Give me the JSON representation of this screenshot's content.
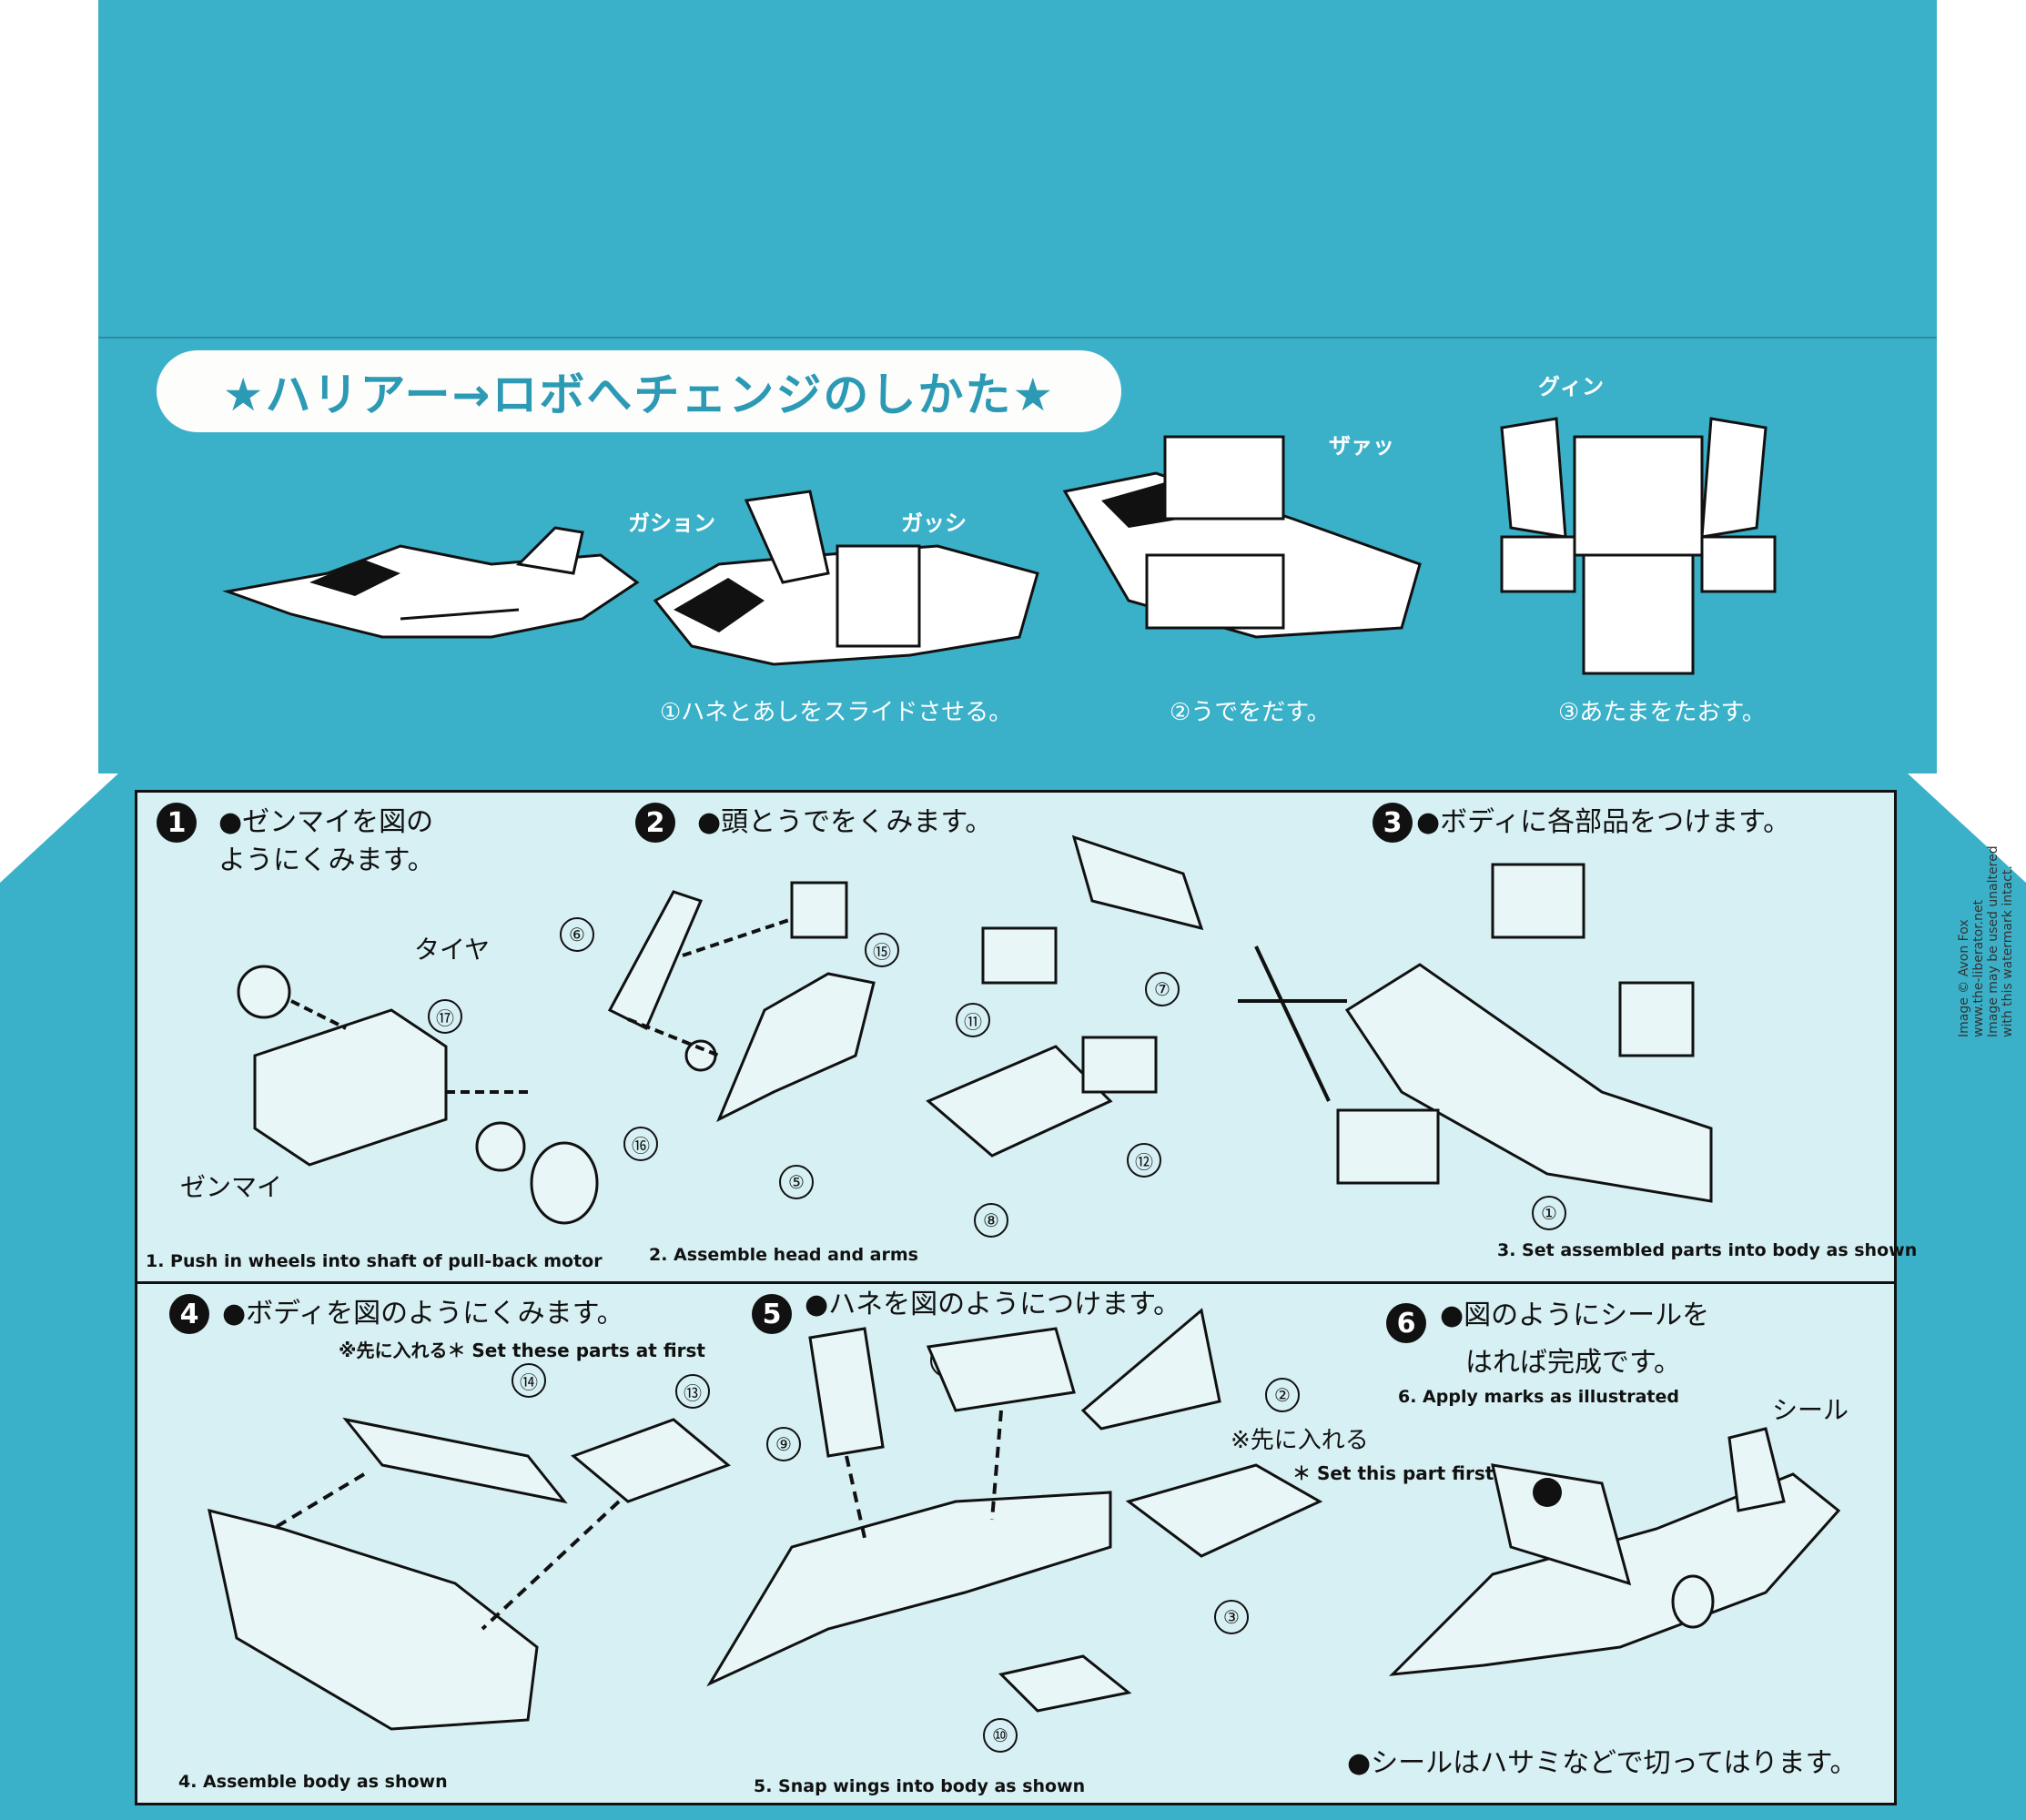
{
  "title": "★ハリアー→ロボへチェンジのしかた★",
  "transform_captions": [
    "①ハネとあしをスライドさせる。",
    "②うでをだす。",
    "③あたまをたおす。"
  ],
  "sound_effects": [
    "ガション",
    "ガッシ",
    "ザァッ",
    "グィン"
  ],
  "steps": [
    {
      "num": "1",
      "jp_line1": "●ゼンマイを図の",
      "jp_line2": "ようにくみます。",
      "en": "1. Push in wheels into shaft of pull-back motor"
    },
    {
      "num": "2",
      "jp_line1": "●頭とうでをくみます。",
      "en": "2. Assemble head and arms"
    },
    {
      "num": "3",
      "jp_line1": "●ボディに各部品をつけます。",
      "en": "3. Set assembled parts into body as shown"
    },
    {
      "num": "4",
      "jp_line1": "●ボディを図のようにくみます。",
      "note": "※先に入れる＊ Set these parts at first",
      "en": "4. Assemble body as shown"
    },
    {
      "num": "5",
      "jp_line1": "●ハネを図のようにつけます。",
      "note_jp": "※先に入れる",
      "note_en": "＊ Set this part first",
      "en": "5. Snap wings into body as shown"
    },
    {
      "num": "6",
      "jp_line1": "●図のようにシールを",
      "jp_line2": "はれば完成です。",
      "en": "6. Apply marks as illustrated",
      "sticker_label": "シール",
      "tip": "●シールはハサミなどで切ってはります。"
    }
  ],
  "part_labels": {
    "tire": "タイヤ",
    "motor": "ゼンマイ",
    "p1": "①",
    "p2": "②",
    "p3": "③",
    "p4": "④",
    "p5": "⑤",
    "p6": "⑥",
    "p7": "⑦",
    "p8": "⑧",
    "p9": "⑨",
    "p10": "⑩",
    "p11": "⑪",
    "p12": "⑫",
    "p13": "⑬",
    "p14": "⑭",
    "p15": "⑮",
    "p16": "⑯",
    "p17": "⑰"
  },
  "watermark": [
    "Image © Avon Fox",
    "www.the-liberator.net",
    "Image may be used unaltered",
    "with this watermark intact."
  ],
  "colors": {
    "cyan": "#3bb1c9",
    "panel": "#d7f0f3",
    "ink": "#111111"
  }
}
